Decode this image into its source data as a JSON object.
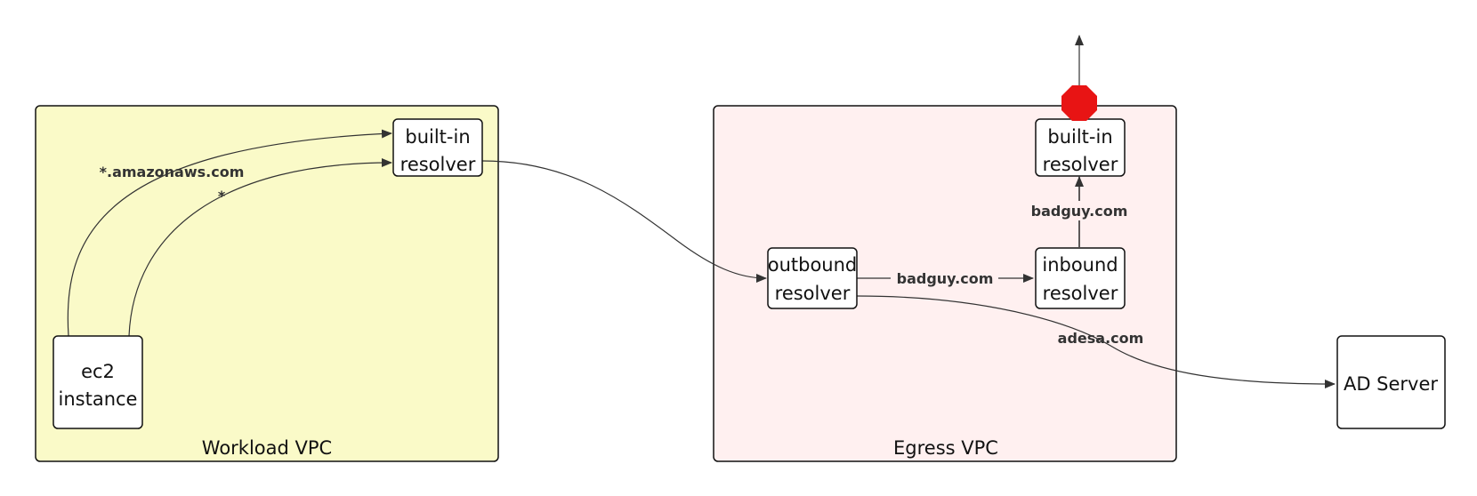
{
  "clusters": {
    "workload": {
      "label": "Workload VPC",
      "fill": "#fafac8"
    },
    "egress": {
      "label": "Egress VPC",
      "fill": "#fff0f0"
    }
  },
  "nodes": {
    "ec2": {
      "line1": "ec2",
      "line2": "instance"
    },
    "builtin_workload": {
      "line1": "built-in",
      "line2": "resolver"
    },
    "outbound": {
      "line1": "outbound",
      "line2": "resolver"
    },
    "inbound": {
      "line1": "inbound",
      "line2": "resolver"
    },
    "builtin_egress": {
      "line1": "built-in",
      "line2": "resolver"
    },
    "ad_server": {
      "label": "AD Server"
    }
  },
  "edges": {
    "amazonaws": "*.amazonaws.com",
    "wildcard": "*",
    "badguy_outbound_inbound": "badguy.com",
    "badguy_inbound_builtin": "badguy.com",
    "adesa": "adesa.com"
  },
  "colors": {
    "stop": "#e81414",
    "stroke": "#333333"
  },
  "icons": {
    "blocked": "stop-octagon-icon"
  }
}
